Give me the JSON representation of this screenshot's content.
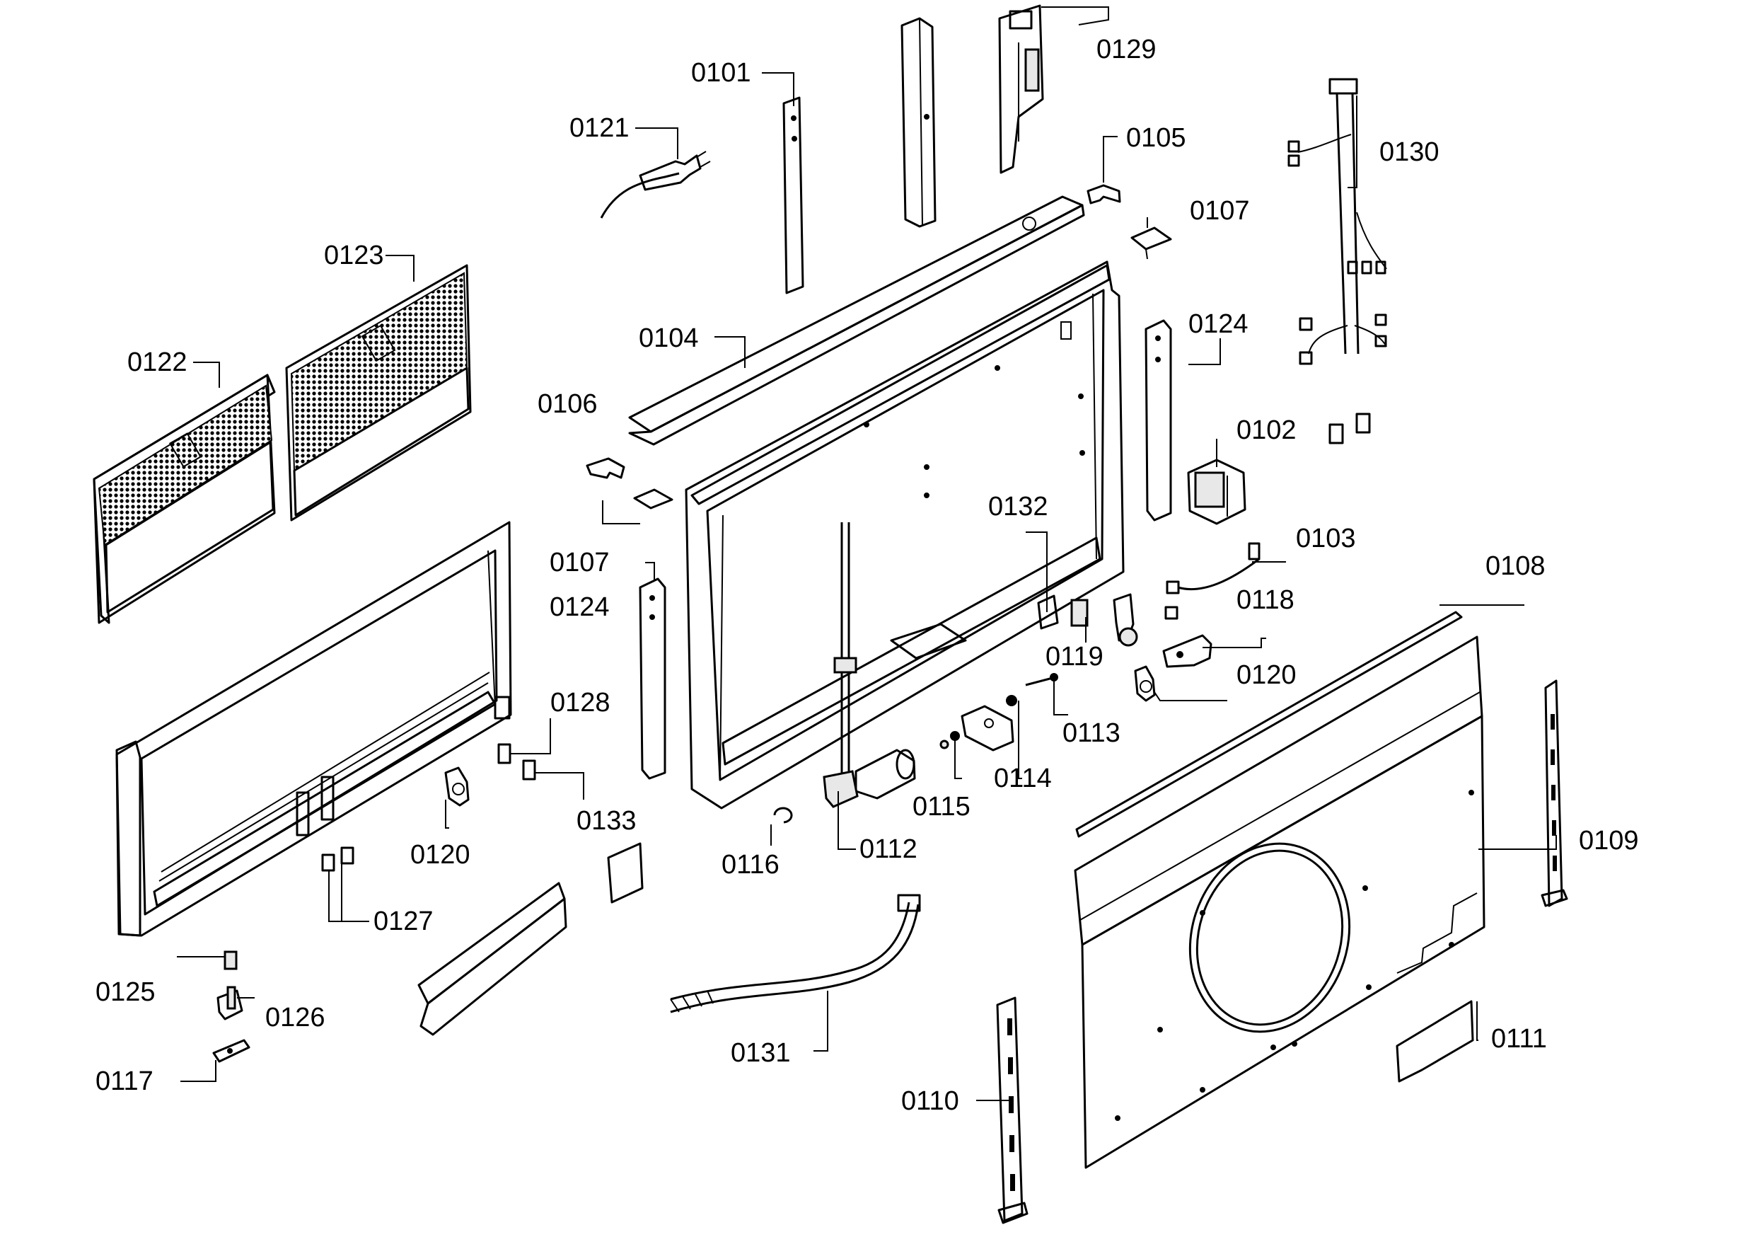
{
  "diagram": {
    "callouts": {
      "c0101": "0101",
      "c0102": "0102",
      "c0103": "0103",
      "c0104": "0104",
      "c0105": "0105",
      "c0106": "0106",
      "c0107a": "0107",
      "c0107b": "0107",
      "c0108": "0108",
      "c0109": "0109",
      "c0110": "0110",
      "c0111": "0111",
      "c0112": "0112",
      "c0113": "0113",
      "c0114": "0114",
      "c0115": "0115",
      "c0116": "0116",
      "c0117": "0117",
      "c0118": "0118",
      "c0119": "0119",
      "c0120a": "0120",
      "c0120b": "0120",
      "c0121": "0121",
      "c0122": "0122",
      "c0123": "0123",
      "c0124a": "0124",
      "c0124b": "0124",
      "c0125": "0125",
      "c0126": "0126",
      "c0127": "0127",
      "c0128": "0128",
      "c0129": "0129",
      "c0130": "0130",
      "c0131": "0131",
      "c0132": "0132",
      "c0133": "0133"
    },
    "colors": {
      "ink": "#000000",
      "background": "#ffffff"
    }
  }
}
